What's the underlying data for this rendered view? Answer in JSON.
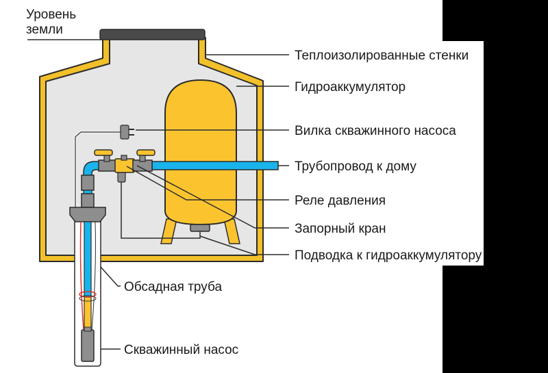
{
  "labels": {
    "ground_level_line1": "Уровень",
    "ground_level_line2": "земли",
    "insulated_walls": "Теплоизолированные стенки",
    "accumulator": "Гидроаккумулятор",
    "pump_plug": "Вилка скважинного насоса",
    "house_pipe": "Трубопровод к дому",
    "pressure_relay": "Реле давления",
    "shutoff_valve": "Запорный кран",
    "accumulator_feed": "Подводка к гидроаккумулятору",
    "casing_pipe": "Обсадная труба",
    "well_pump": "Скважинный насос"
  },
  "colors": {
    "wall_yellow": "#f2c02a",
    "wall_outline": "#2b2b2b",
    "chamber_fill": "#e6e6e6",
    "tank_fill": "#fbc42f",
    "pipe_blue": "#19b4ec",
    "fitting_gray": "#8e8e8e",
    "lid_dark": "#4a4a4a",
    "cable_red": "#d9342b"
  }
}
